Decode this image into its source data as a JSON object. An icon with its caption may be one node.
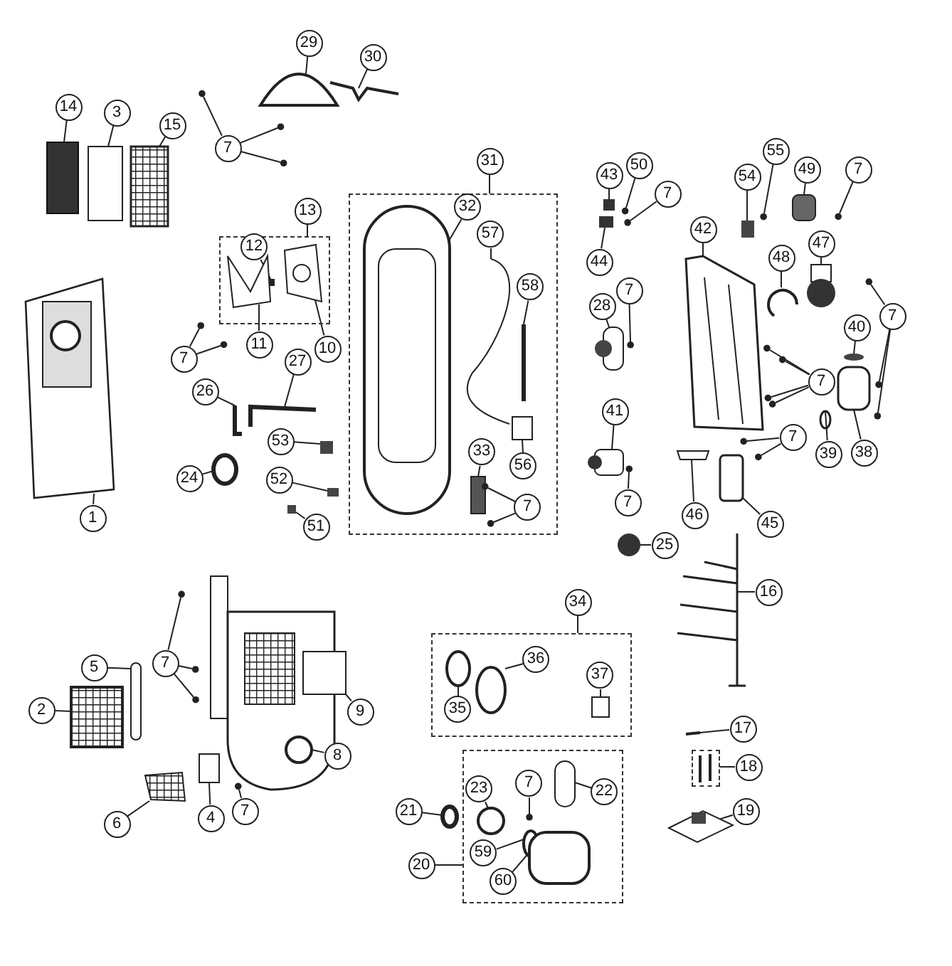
{
  "diagram": {
    "nodes": [
      {
        "text": [],
        "shape": "box"
      },
      {
        "text": [],
        "shape": "box"
      },
      {
        "text": [],
        "shape": "box"
      },
      {
        "text": [],
        "shape": "box"
      },
      {
        "text": [],
        "shape": "box"
      },
      {
        "text": [
          "29"
        ]
      },
      {
        "text": [
          "30"
        ]
      },
      {
        "text": [
          "14"
        ]
      },
      {
        "text": [
          "3"
        ]
      },
      {
        "text": [
          "15"
        ]
      },
      {
        "text": [
          "7"
        ]
      },
      {
        "text": [
          "31"
        ]
      },
      {
        "text": [
          "43"
        ]
      },
      {
        "text": [
          "50"
        ]
      },
      {
        "text": [
          "55"
        ]
      },
      {
        "text": [
          "49"
        ]
      },
      {
        "text": [
          "7"
        ]
      },
      {
        "text": [
          "7"
        ]
      },
      {
        "text": [
          "54"
        ]
      },
      {
        "text": [
          "13"
        ]
      },
      {
        "text": [
          "12"
        ],
        "in": 0
      },
      {
        "text": [
          "10"
        ]
      },
      {
        "text": [
          "11"
        ]
      },
      {
        "text": [
          "32"
        ],
        "in": 1
      },
      {
        "text": [
          "42"
        ]
      },
      {
        "text": [
          "44"
        ]
      },
      {
        "text": [
          "57"
        ],
        "in": 1
      },
      {
        "text": [
          "47"
        ]
      },
      {
        "text": [
          "48"
        ]
      },
      {
        "text": [
          "58"
        ],
        "in": 1
      },
      {
        "text": [
          "7"
        ]
      },
      {
        "text": [
          "28"
        ]
      },
      {
        "text": [
          "7"
        ]
      },
      {
        "text": [
          "27"
        ]
      },
      {
        "text": [
          "26"
        ]
      },
      {
        "text": [
          "40"
        ]
      },
      {
        "text": [
          "7"
        ]
      },
      {
        "text": [
          "7"
        ]
      },
      {
        "text": [
          "53"
        ]
      },
      {
        "text": [
          "41"
        ]
      },
      {
        "text": [
          "7"
        ]
      },
      {
        "text": [
          "39"
        ]
      },
      {
        "text": [
          "38"
        ]
      },
      {
        "text": [
          "24"
        ]
      },
      {
        "text": [
          "52"
        ]
      },
      {
        "text": [
          "33"
        ],
        "in": 1
      },
      {
        "text": [
          "56"
        ],
        "in": 1
      },
      {
        "text": [
          "7"
        ],
        "in": 1
      },
      {
        "text": [
          "7"
        ]
      },
      {
        "text": [
          "46"
        ]
      },
      {
        "text": [
          "45"
        ]
      },
      {
        "text": [
          "51"
        ]
      },
      {
        "text": [
          "1"
        ]
      },
      {
        "text": [
          "25"
        ]
      },
      {
        "text": [
          "16"
        ]
      },
      {
        "text": [
          "34"
        ]
      },
      {
        "text": [
          "7"
        ]
      },
      {
        "text": [
          "5"
        ]
      },
      {
        "text": [
          "36"
        ],
        "in": 2
      },
      {
        "text": [
          "2"
        ]
      },
      {
        "text": [
          "9"
        ]
      },
      {
        "text": [
          "37"
        ],
        "in": 2
      },
      {
        "text": [
          "35"
        ],
        "in": 2
      },
      {
        "text": [
          "8"
        ]
      },
      {
        "text": [
          "17"
        ]
      },
      {
        "text": [
          "18"
        ]
      },
      {
        "text": [
          "22"
        ],
        "in": 3
      },
      {
        "text": [
          "7"
        ],
        "in": 3
      },
      {
        "text": [
          "23"
        ],
        "in": 3
      },
      {
        "text": [
          "21"
        ]
      },
      {
        "text": [
          "4"
        ]
      },
      {
        "text": [
          "7"
        ]
      },
      {
        "text": [
          "6"
        ]
      },
      {
        "text": [
          "19"
        ]
      },
      {
        "text": [
          "59"
        ],
        "in": 3
      },
      {
        "text": [
          "20"
        ]
      },
      {
        "text": [
          "60"
        ],
        "in": 3
      },
      {
        "text": [],
        "shape": "picture"
      },
      {
        "text": [],
        "shape": "bar"
      },
      {
        "text": [],
        "shape": "box"
      },
      {
        "text": [],
        "shape": "box"
      },
      {
        "text": [],
        "shape": "box"
      },
      {
        "text": [],
        "shape": "circle"
      },
      {
        "text": [],
        "shape": "circle"
      },
      {
        "text": [],
        "shape": "circle"
      },
      {
        "text": [],
        "shape": "box"
      },
      {
        "text": [],
        "shape": "circle"
      },
      {
        "text": [],
        "shape": "circle"
      },
      {
        "text": [],
        "shape": "box"
      },
      {
        "text": [],
        "shape": "circle"
      },
      {
        "text": [],
        "shape": "circle"
      },
      {
        "text": [],
        "shape": "box"
      },
      {
        "text": [],
        "shape": "box",
        "in": 0
      },
      {
        "text": [],
        "shape": "picture",
        "in": 0
      },
      {
        "text": [],
        "shape": "picture",
        "in": 0
      },
      {
        "text": [],
        "shape": "picture",
        "in": 1
      },
      {
        "text": [],
        "shape": "picture"
      },
      {
        "text": [],
        "shape": "box"
      },
      {
        "text": [],
        "shape": "picture",
        "in": 1
      },
      {
        "text": [],
        "shape": "box"
      },
      {
        "text": [],
        "shape": "picture"
      },
      {
        "text": [],
        "shape": "bar",
        "in": 1
      },
      {
        "text": [],
        "shape": "circle"
      },
      {
        "text": [],
        "shape": "box"
      },
      {
        "text": [],
        "shape": "circle"
      },
      {
        "text": [],
        "shape": "circle"
      },
      {
        "text": [],
        "shape": "bar"
      },
      {
        "text": [],
        "shape": "bar"
      },
      {
        "text": [],
        "shape": "circle"
      },
      {
        "text": [],
        "shape": "circle"
      },
      {
        "text": [],
        "shape": "circle"
      },
      {
        "text": [],
        "shape": "circle"
      },
      {
        "text": [],
        "shape": "circle"
      },
      {
        "text": [],
        "shape": "circle"
      },
      {
        "text": [],
        "shape": "circle"
      },
      {
        "text": [],
        "shape": "circle"
      },
      {
        "text": [],
        "shape": "box"
      },
      {
        "text": [],
        "shape": "box"
      },
      {
        "text": [],
        "shape": "circle"
      },
      {
        "text": [],
        "shape": "circle"
      },
      {
        "text": [],
        "shape": "circle"
      },
      {
        "text": [],
        "shape": "box"
      },
      {
        "text": [],
        "shape": "circle"
      },
      {
        "text": [],
        "shape": "box"
      },
      {
        "text": [],
        "shape": "box",
        "in": 1
      },
      {
        "text": [],
        "shape": "box",
        "in": 1
      },
      {
        "text": [],
        "shape": "circle",
        "in": 1
      },
      {
        "text": [],
        "shape": "circle",
        "in": 1
      },
      {
        "text": [],
        "shape": "circle"
      },
      {
        "text": [],
        "shape": "box"
      },
      {
        "text": [],
        "shape": "box"
      },
      {
        "text": [],
        "shape": "box"
      },
      {
        "text": [],
        "shape": "picture"
      },
      {
        "text": [],
        "shape": "circle"
      },
      {
        "text": [],
        "shape": "picture"
      },
      {
        "text": [],
        "shape": "circle"
      },
      {
        "text": [],
        "shape": "circle"
      },
      {
        "text": [],
        "shape": "circle"
      },
      {
        "text": [],
        "shape": "box"
      },
      {
        "text": [],
        "shape": "circle",
        "in": 2
      },
      {
        "text": [],
        "shape": "box"
      },
      {
        "text": [],
        "shape": "box"
      },
      {
        "text": [],
        "shape": "box",
        "in": 2
      },
      {
        "text": [],
        "shape": "circle",
        "in": 2
      },
      {
        "text": [],
        "shape": "circle"
      },
      {
        "text": [],
        "shape": "bar"
      },
      {
        "text": [],
        "shape": "box",
        "in": 3
      },
      {
        "text": [],
        "shape": "circle",
        "in": 3
      },
      {
        "text": [],
        "shape": "circle",
        "in": 3
      },
      {
        "text": [],
        "shape": "circle"
      },
      {
        "text": [],
        "shape": "box"
      },
      {
        "text": [],
        "shape": "circle"
      },
      {
        "text": [],
        "shape": "box"
      },
      {
        "text": [],
        "shape": "picture"
      },
      {
        "text": [],
        "shape": "circle",
        "in": 3
      },
      {
        "text": [],
        "shape": "box",
        "in": 3
      }
    ],
    "edges": [
      {
        "from": 5,
        "to": 77,
        "arrow": "none"
      },
      {
        "from": 6,
        "to": 78,
        "arrow": "none"
      },
      {
        "from": 7,
        "to": 79,
        "arrow": "none"
      },
      {
        "from": 8,
        "to": 80,
        "arrow": "none"
      },
      {
        "from": 9,
        "to": 81,
        "arrow": "none"
      },
      {
        "from": 10,
        "to": 82,
        "arrow": "none"
      },
      {
        "from": 10,
        "to": 83,
        "arrow": "none"
      },
      {
        "from": 10,
        "to": 84,
        "arrow": "none"
      },
      {
        "from": 11,
        "to": 1,
        "arrow": "none"
      },
      {
        "from": 12,
        "to": 85,
        "arrow": "none"
      },
      {
        "from": 13,
        "to": 86,
        "arrow": "none"
      },
      {
        "from": 14,
        "to": 87,
        "arrow": "none"
      },
      {
        "from": 15,
        "to": 88,
        "arrow": "none"
      },
      {
        "from": 16,
        "to": 89,
        "arrow": "none"
      },
      {
        "from": 17,
        "to": 90,
        "arrow": "none"
      },
      {
        "from": 18,
        "to": 91,
        "arrow": "none"
      },
      {
        "from": 19,
        "to": 0,
        "arrow": "none"
      },
      {
        "from": 20,
        "to": 92,
        "arrow": "none"
      },
      {
        "from": 21,
        "to": 94,
        "arrow": "none"
      },
      {
        "from": 22,
        "to": 93,
        "arrow": "none"
      },
      {
        "from": 23,
        "to": 95,
        "arrow": "none"
      },
      {
        "from": 24,
        "to": 96,
        "arrow": "none"
      },
      {
        "from": 25,
        "to": 97,
        "arrow": "none"
      },
      {
        "from": 26,
        "to": 98,
        "arrow": "none"
      },
      {
        "from": 27,
        "to": 99,
        "arrow": "none"
      },
      {
        "from": 28,
        "to": 100,
        "arrow": "none"
      },
      {
        "from": 29,
        "to": 101,
        "arrow": "none"
      },
      {
        "from": 30,
        "to": 102,
        "arrow": "none"
      },
      {
        "from": 31,
        "to": 103,
        "arrow": "none"
      },
      {
        "from": 32,
        "to": 104,
        "arrow": "none"
      },
      {
        "from": 32,
        "to": 105,
        "arrow": "none"
      },
      {
        "from": 33,
        "to": 106,
        "arrow": "none"
      },
      {
        "from": 34,
        "to": 107,
        "arrow": "none"
      },
      {
        "from": 35,
        "to": 108,
        "arrow": "none"
      },
      {
        "from": 36,
        "to": 109,
        "arrow": "none"
      },
      {
        "from": 36,
        "to": 110,
        "arrow": "none"
      },
      {
        "from": 36,
        "to": 111,
        "arrow": "none"
      },
      {
        "from": 37,
        "to": 112,
        "arrow": "none"
      },
      {
        "from": 37,
        "to": 113,
        "arrow": "none"
      },
      {
        "from": 37,
        "to": 114,
        "arrow": "none"
      },
      {
        "from": 37,
        "to": 115,
        "arrow": "none"
      },
      {
        "from": 38,
        "to": 116,
        "arrow": "none"
      },
      {
        "from": 39,
        "to": 117,
        "arrow": "none"
      },
      {
        "from": 40,
        "to": 118,
        "arrow": "none"
      },
      {
        "from": 40,
        "to": 119,
        "arrow": "none"
      },
      {
        "from": 41,
        "to": 120,
        "arrow": "none"
      },
      {
        "from": 42,
        "to": 121,
        "arrow": "none"
      },
      {
        "from": 43,
        "to": 122,
        "arrow": "none"
      },
      {
        "from": 44,
        "to": 123,
        "arrow": "none"
      },
      {
        "from": 45,
        "to": 124,
        "arrow": "none"
      },
      {
        "from": 46,
        "to": 125,
        "arrow": "none"
      },
      {
        "from": 47,
        "to": 126,
        "arrow": "none"
      },
      {
        "from": 47,
        "to": 127,
        "arrow": "none"
      },
      {
        "from": 48,
        "to": 128,
        "arrow": "none"
      },
      {
        "from": 49,
        "to": 129,
        "arrow": "none"
      },
      {
        "from": 50,
        "to": 130,
        "arrow": "none"
      },
      {
        "from": 51,
        "to": 131,
        "arrow": "none"
      },
      {
        "from": 52,
        "to": 132,
        "arrow": "none"
      },
      {
        "from": 53,
        "to": 133,
        "arrow": "none"
      },
      {
        "from": 54,
        "to": 134,
        "arrow": "none"
      },
      {
        "from": 55,
        "to": 2,
        "arrow": "none"
      },
      {
        "from": 56,
        "to": 135,
        "arrow": "none"
      },
      {
        "from": 56,
        "to": 136,
        "arrow": "none"
      },
      {
        "from": 56,
        "to": 137,
        "arrow": "none"
      },
      {
        "from": 57,
        "to": 138,
        "arrow": "none"
      },
      {
        "from": 58,
        "to": 139,
        "arrow": "none"
      },
      {
        "from": 59,
        "to": 140,
        "arrow": "none"
      },
      {
        "from": 60,
        "to": 141,
        "arrow": "none"
      },
      {
        "from": 61,
        "to": 142,
        "arrow": "none"
      },
      {
        "from": 62,
        "to": 143,
        "arrow": "none"
      },
      {
        "from": 63,
        "to": 144,
        "arrow": "none"
      },
      {
        "from": 64,
        "to": 145,
        "arrow": "none"
      },
      {
        "from": 65,
        "to": 4,
        "arrow": "none"
      },
      {
        "from": 66,
        "to": 146,
        "arrow": "none"
      },
      {
        "from": 67,
        "to": 147,
        "arrow": "none"
      },
      {
        "from": 68,
        "to": 148,
        "arrow": "none"
      },
      {
        "from": 69,
        "to": 149,
        "arrow": "none"
      },
      {
        "from": 70,
        "to": 150,
        "arrow": "none"
      },
      {
        "from": 71,
        "to": 151,
        "arrow": "none"
      },
      {
        "from": 72,
        "to": 152,
        "arrow": "none"
      },
      {
        "from": 73,
        "to": 153,
        "arrow": "none"
      },
      {
        "from": 74,
        "to": 154,
        "arrow": "none"
      },
      {
        "from": 75,
        "to": 3,
        "arrow": "none"
      },
      {
        "from": 76,
        "to": 155,
        "arrow": "none"
      }
    ]
  }
}
